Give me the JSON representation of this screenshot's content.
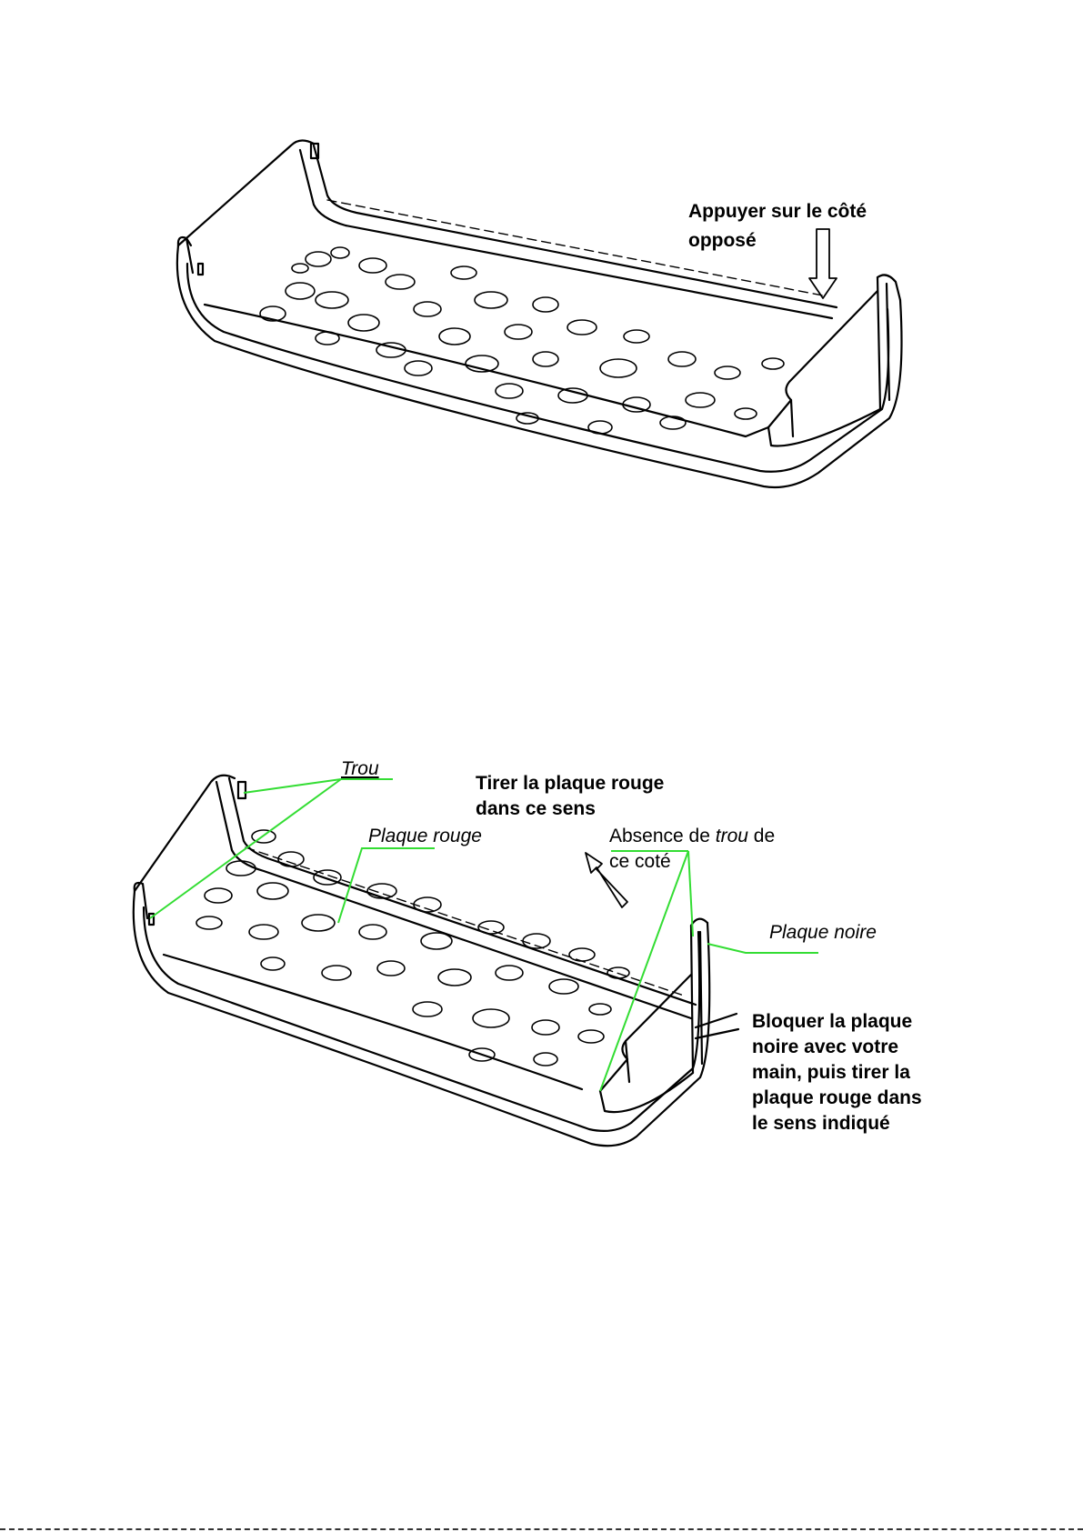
{
  "figure1": {
    "instruction_line1": "Appuyer sur le côté",
    "instruction_line2": "opposé",
    "arrow_icon": "down-arrow-icon"
  },
  "figure2": {
    "trou_label": "Trou",
    "pull_line1": "Tirer la plaque rouge",
    "pull_line2": "dans ce sens",
    "plaque_rouge_label": "Plaque rouge",
    "absence_part1": "Absence de ",
    "absence_part2": "trou",
    "absence_part3": " de",
    "absence_line2": "ce coté",
    "plaque_noire_label": "Plaque noire",
    "block_lines": [
      "Bloquer la plaque",
      "noire avec votre",
      "main, puis tirer la",
      "plaque rouge dans",
      "le sens indiqué"
    ],
    "arrow_icon": "diagonal-up-left-arrow-icon"
  },
  "colors": {
    "leader": "#33dd33",
    "ink": "#000000"
  }
}
